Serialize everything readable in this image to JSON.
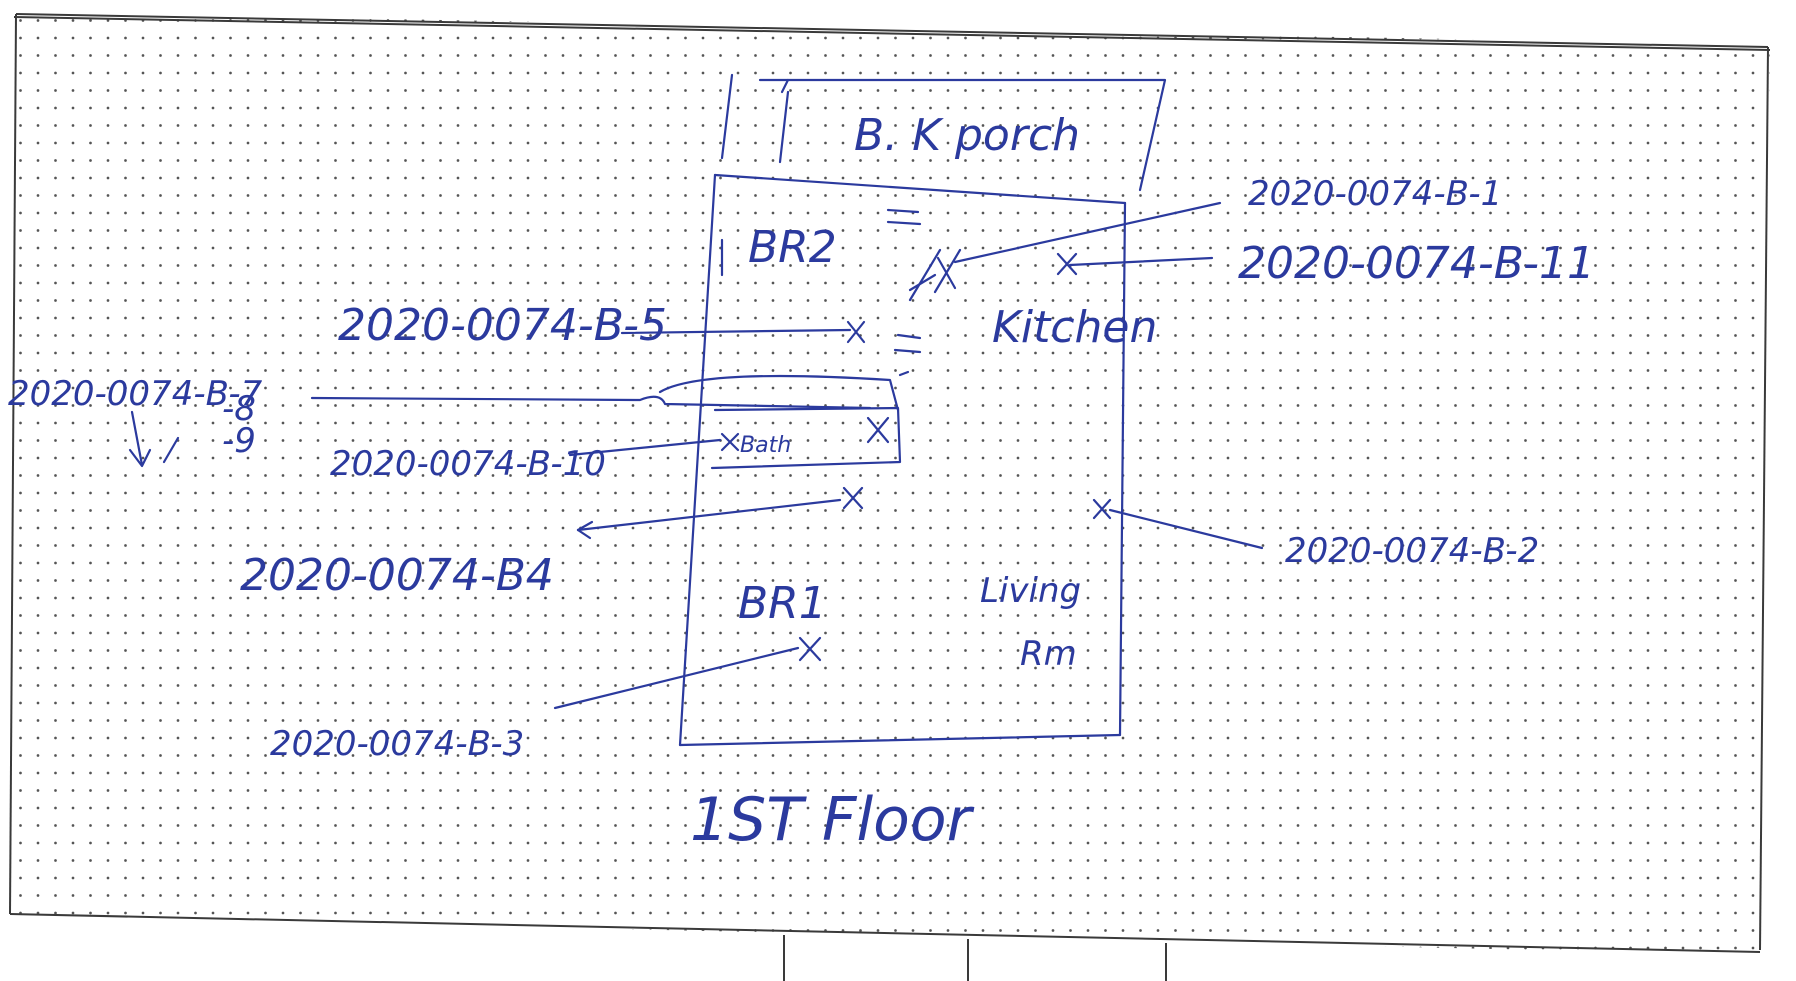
{
  "sheet": {
    "title": "1ST Floor",
    "ink_color": "#2b3a9e",
    "frame_color": "#3a3a3a",
    "dot_color": "#555555"
  },
  "rooms": {
    "back_porch": "B. K porch",
    "br2": "BR2",
    "kitchen": "Kitchen",
    "bath": "Bath",
    "br1": "BR1",
    "living": "Living",
    "living_rm": "Rm"
  },
  "samples": {
    "b1": "2020-0074-B-1",
    "b11": "2020-0074-B-11",
    "b5": "2020-0074-B-5",
    "b7": "2020-0074-B-7",
    "b8": "-8",
    "b9": "-9",
    "b10": "2020-0074-B-10",
    "b4": "2020-0074-B4",
    "b2": "2020-0074-B-2",
    "b3": "2020-0074-B-3"
  }
}
